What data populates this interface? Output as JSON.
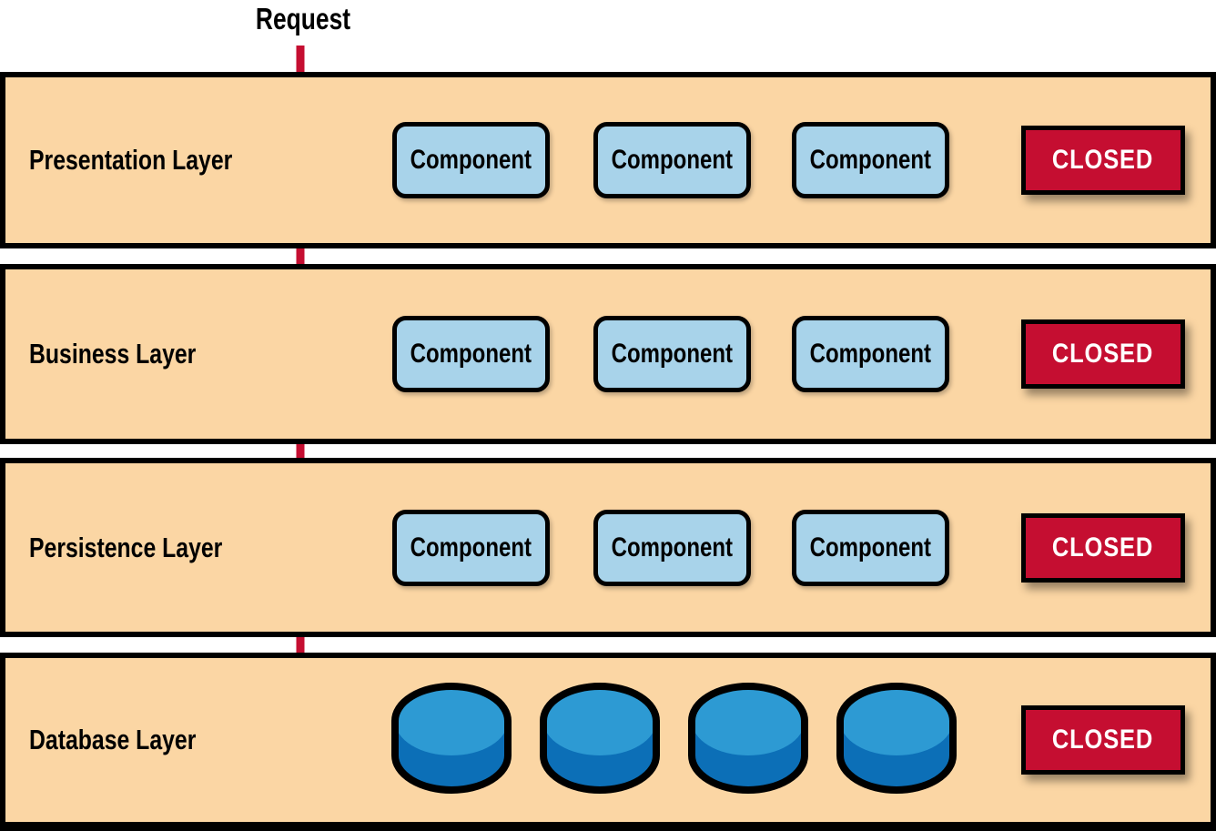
{
  "request_label": "Request",
  "layers": [
    {
      "label": "Presentation Layer",
      "components": [
        "Component",
        "Component",
        "Component"
      ],
      "status": "CLOSED"
    },
    {
      "label": "Business Layer",
      "components": [
        "Component",
        "Component",
        "Component"
      ],
      "status": "CLOSED"
    },
    {
      "label": "Persistence Layer",
      "components": [
        "Component",
        "Component",
        "Component"
      ],
      "status": "CLOSED"
    },
    {
      "label": "Database Layer",
      "databases": 4,
      "status": "CLOSED"
    }
  ],
  "colors": {
    "layer_fill": "#fbd6a4",
    "layer_border": "#000000",
    "component_fill": "#a8d3ea",
    "closed_fill": "#c50e31",
    "closed_text": "#ffffff",
    "arrow_red": "#c50e31",
    "cylinder_top": "#2d9ad3",
    "cylinder_body": "#0c6fb7",
    "text": "#000000"
  }
}
